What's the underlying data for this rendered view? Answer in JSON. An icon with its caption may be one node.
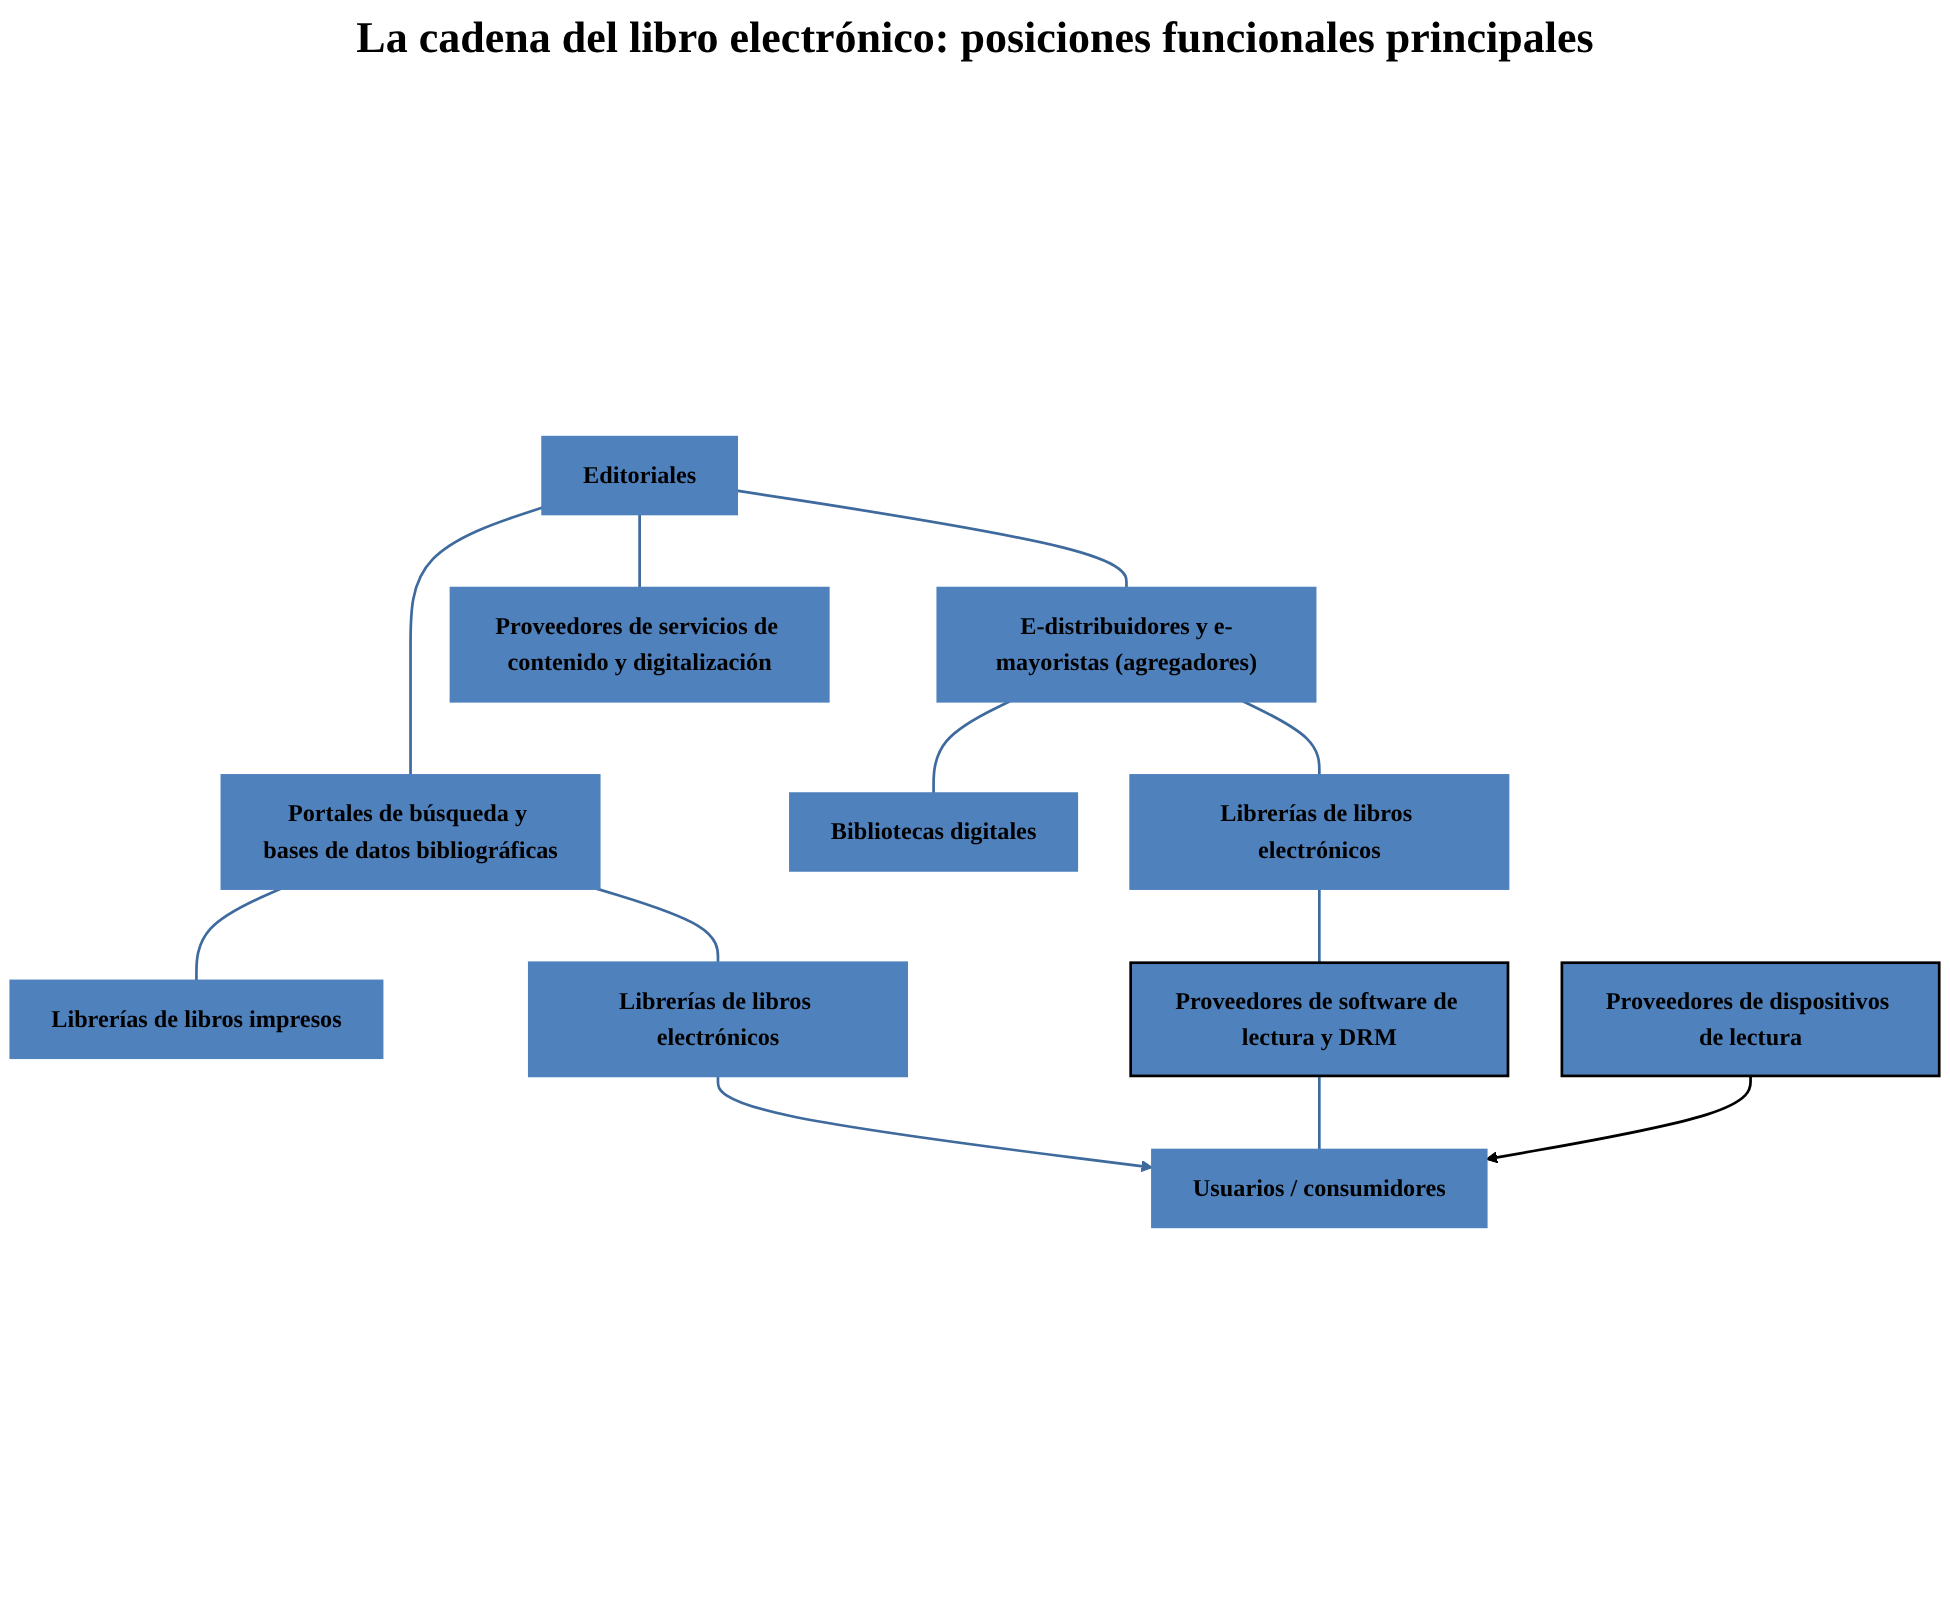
{
  "diagram": {
    "title": "La cadena del libro electrónico: posiciones funcionales principales",
    "nodes": [
      {
        "text": [
          "Editoriales"
        ]
      },
      {
        "text": [
          "E-distribuidores y e-mayoristas (agregadores)"
        ]
      },
      {
        "text": [
          "Portales de búsqueda y bases de datos bibliográficas"
        ]
      },
      {
        "text": [
          "Proveedores de servicios de contenido y digitalización"
        ]
      },
      {
        "text": [
          "Bibliotecas digitales"
        ]
      },
      {
        "text": [
          "Librerías de libros impresos"
        ]
      },
      {
        "text": [
          "Librerías de libros electrónicos"
        ]
      },
      {
        "text": [
          "Librerías de libros electrónicos"
        ]
      },
      {
        "text": [
          "Proveedores de software de lectura y DRM"
        ]
      },
      {
        "text": [
          "Usuarios / consumidores"
        ]
      },
      {
        "text": [
          "Proveedores de dispositivos de lectura"
        ]
      }
    ],
    "edges": [
      {
        "from": 0,
        "to": 1,
        "arrow": "none"
      },
      {
        "from": 0,
        "to": 2,
        "arrow": "none"
      },
      {
        "from": 0,
        "to": 3,
        "arrow": "none"
      },
      {
        "from": 1,
        "to": 4,
        "arrow": "none"
      },
      {
        "from": 1,
        "to": 6,
        "arrow": "none"
      },
      {
        "from": 2,
        "to": 5,
        "arrow": "none"
      },
      {
        "from": 2,
        "to": 7,
        "arrow": "none"
      },
      {
        "from": 7,
        "to": 9,
        "arrow": "to"
      },
      {
        "from": 6,
        "to": 8,
        "arrow": "none"
      },
      {
        "from": 8,
        "to": 9,
        "arrow": "none"
      },
      {
        "from": 10,
        "to": 9,
        "arrow": "to",
        "color": "#000000"
      }
    ]
  }
}
